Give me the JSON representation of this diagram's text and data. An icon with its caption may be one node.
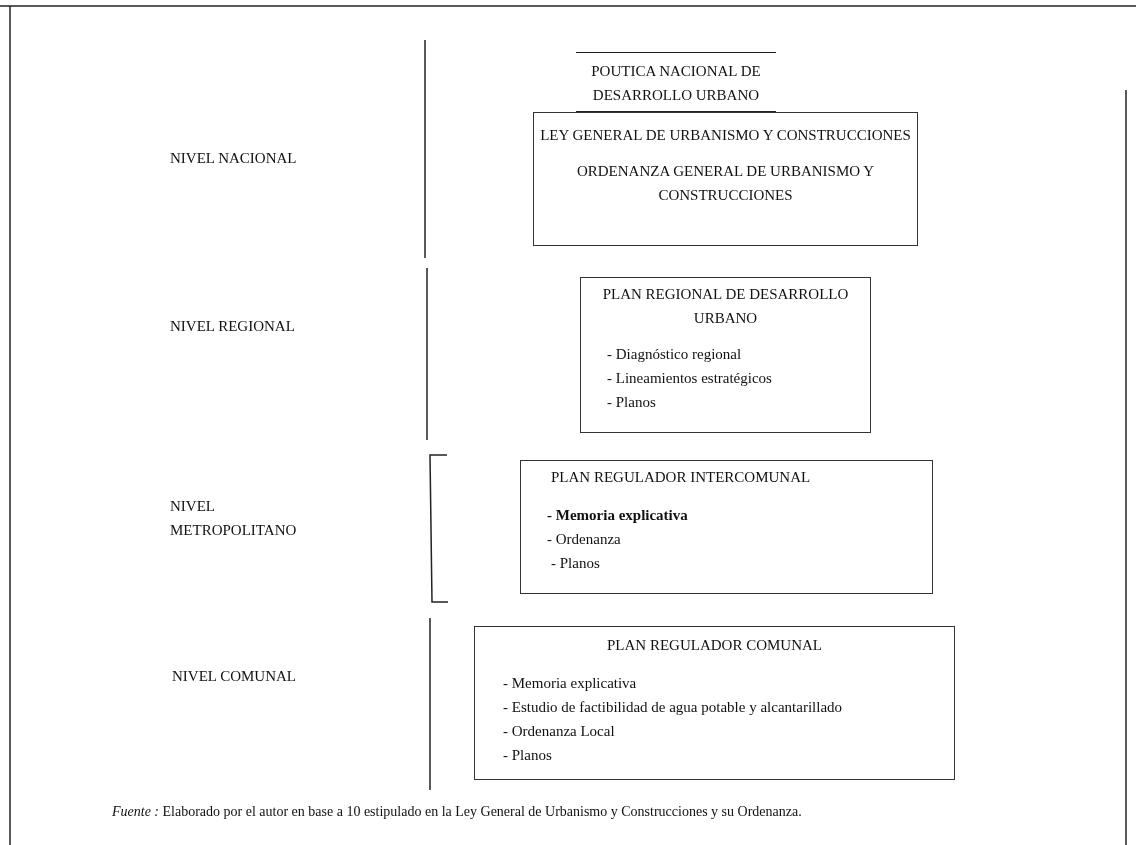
{
  "diagram": {
    "caption": "*Fuente :* Elaborado por el autor en base a 10 estipulado en la Ley General de Urbanismo y Construcciones y su Ordenanza.",
    "nodes": [
      {
        "text": [
          "POUTICA NACIONAL DE DESARROLLO URBANO"
        ]
      },
      {
        "text": [
          "LEY GENERAL DE URBANISMO Y CONSTRUCCIONES",
          "ORDENANZA GENERAL DE URBANISMO Y CONSTRUCCIONES"
        ]
      },
      {
        "text": [
          "PLAN REGIONAL DE DESARROLLO URBANO",
          "- Diagnóstico regional",
          "- Lineamientos estratégicos",
          "- Planos"
        ]
      },
      {
        "text": [
          "PLAN REGULADOR INTERCOMUNAL",
          "- Memoria explicativa",
          "- Ordenanza",
          "- Planos"
        ]
      },
      {
        "text": [
          "PLAN REGULADOR COMUNAL",
          "- Memoria explicativa",
          "- Estudio de factibilidad de agua potable y alcantarillado",
          "- Ordenanza Local",
          "- Planos"
        ]
      }
    ],
    "edges": [],
    "labels": [
      "NIVEL NACIONAL",
      "NIVEL REGIONAL",
      "NIVEL METROPOLITANO",
      "NIVEL COMUNAL"
    ]
  }
}
